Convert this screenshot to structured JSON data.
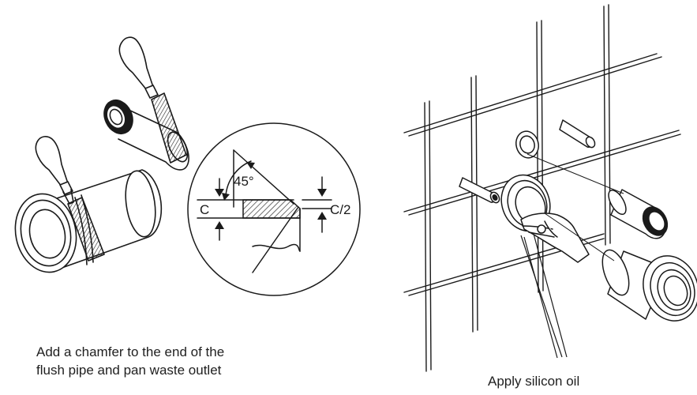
{
  "detail": {
    "angle_label": "45°",
    "c_label": "C",
    "half_c_label": "C/2"
  },
  "captions": {
    "left_line1": "Add a chamfer to the end of the",
    "left_line2": "flush pipe and pan waste outlet",
    "right": "Apply silicon oil"
  }
}
